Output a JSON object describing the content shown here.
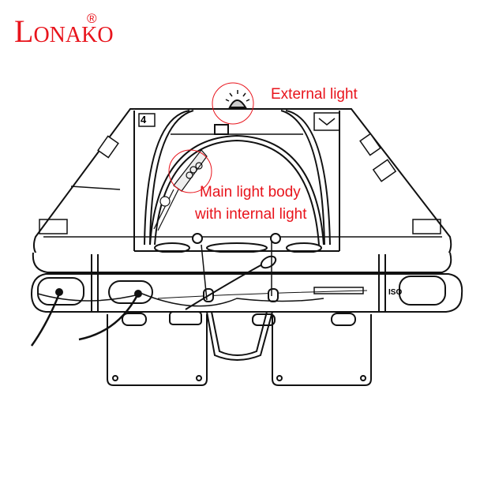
{
  "logo": {
    "first": "L",
    "rest": "ONAKO",
    "registered": "®"
  },
  "callouts": {
    "external_light": "External light",
    "main_light_line1": "Main light body",
    "main_light_line2": "with internal light"
  },
  "markings": {
    "capacity": "4",
    "iso": "ISO"
  },
  "colors": {
    "accent": "#e8141c",
    "line": "#111111"
  }
}
